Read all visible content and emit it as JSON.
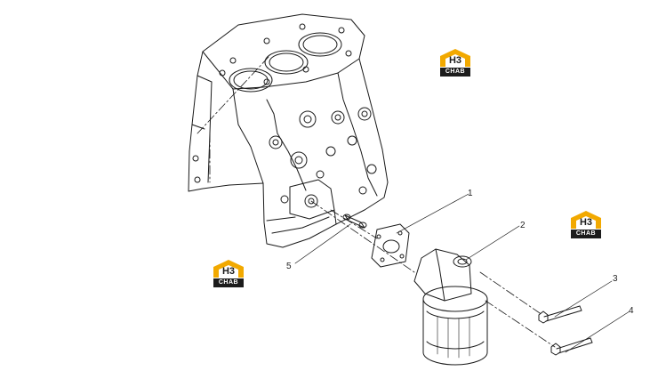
{
  "callouts": [
    {
      "id": "1",
      "label": "1"
    },
    {
      "id": "2",
      "label": "2"
    },
    {
      "id": "3",
      "label": "3"
    },
    {
      "id": "4",
      "label": "4"
    },
    {
      "id": "5",
      "label": "5"
    }
  ],
  "logo": {
    "mark": "H3",
    "band": "CHAB",
    "roof_color": "#f2a900",
    "dark_color": "#1c1c1c"
  },
  "colors": {
    "line": "#1a1a1a",
    "background": "#ffffff"
  }
}
